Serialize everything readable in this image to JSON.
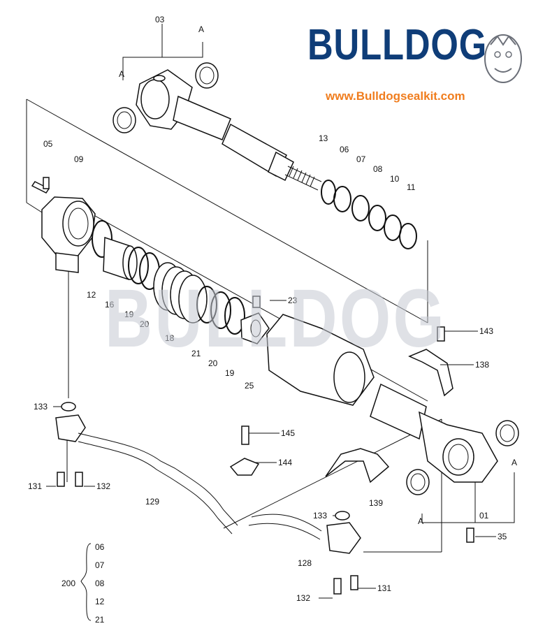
{
  "brand": {
    "name": "BULLDOG",
    "url": "www.Bulldogsealkit.com",
    "watermark": "BULLDOG",
    "title_color": "#0f3d78",
    "url_color": "#f07d1e"
  },
  "labels": {
    "p03": "03",
    "a1": "A",
    "a2": "A",
    "a3": "A",
    "a4": "A",
    "p05": "05",
    "p09": "09",
    "p13": "13",
    "p06": "06",
    "p07": "07",
    "p08": "08",
    "p10": "10",
    "p11": "11",
    "p12": "12",
    "p16": "16",
    "p19a": "19",
    "p20a": "20",
    "p18": "18",
    "p21": "21",
    "p20b": "20",
    "p19b": "19",
    "p25": "25",
    "p23": "23",
    "p143": "143",
    "p138": "138",
    "p133a": "133",
    "p145": "145",
    "p144": "144",
    "p131a": "131",
    "p132a": "132",
    "p129": "129",
    "p139": "139",
    "p01": "01",
    "p133b": "133",
    "p35": "35",
    "p128": "128",
    "p131b": "131",
    "p132b": "132"
  },
  "group": {
    "code": "200",
    "items": [
      "06",
      "07",
      "08",
      "12",
      "21"
    ]
  }
}
